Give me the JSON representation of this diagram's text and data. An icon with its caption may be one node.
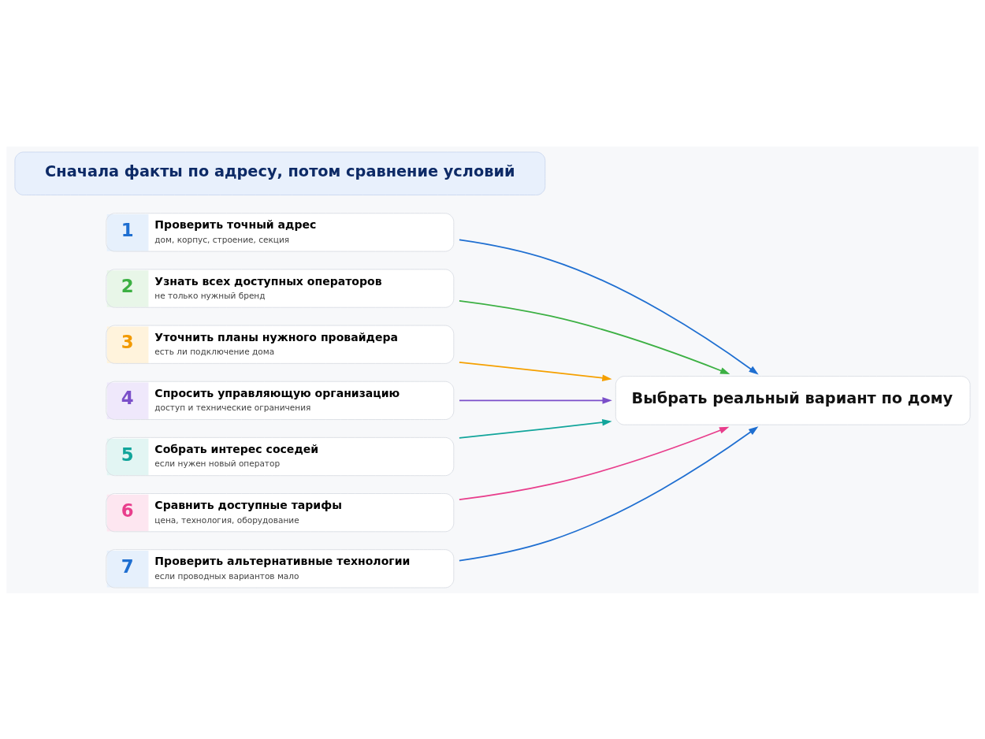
{
  "diagram": {
    "nodes": [
      {
        "text": [
          "1",
          "Проверить точный адрес",
          "дом, корпус, строение, секция"
        ]
      },
      {
        "text": [
          "2",
          "Узнать всех доступных операторов",
          "не только нужный бренд"
        ]
      },
      {
        "text": [
          "3",
          "Уточнить планы нужного провайдера",
          "есть ли подключение дома"
        ]
      },
      {
        "text": [
          "4",
          "Спросить управляющую организацию",
          "доступ и технические ограничения"
        ]
      },
      {
        "text": [
          "5",
          "Собрать интерес соседей",
          "если нужен новый оператор"
        ]
      },
      {
        "text": [
          "6",
          "Сравнить доступные тарифы",
          "цена, технология, оборудование"
        ]
      },
      {
        "text": [
          "7",
          "Проверить альтернативные технологии",
          "если проводных вариантов мало"
        ]
      },
      {
        "text": [
          "Выбрать реальный вариант по дому"
        ]
      },
      {
        "text": [
          "Сначала факты по адресу, потом сравнение условий"
        ]
      }
    ],
    "edges": [
      {
        "from": 0,
        "to": 7,
        "arrow": "to",
        "color": "#1f6fd1"
      },
      {
        "from": 1,
        "to": 7,
        "arrow": "to",
        "color": "#3cb043"
      },
      {
        "from": 2,
        "to": 7,
        "arrow": "to",
        "color": "#f5a000"
      },
      {
        "from": 3,
        "to": 7,
        "arrow": "to",
        "color": "#7b4fc9"
      },
      {
        "from": 4,
        "to": 7,
        "arrow": "to",
        "color": "#12a59b"
      },
      {
        "from": 5,
        "to": 7,
        "arrow": "to",
        "color": "#e83e8c"
      },
      {
        "from": 6,
        "to": 7,
        "arrow": "to",
        "color": "#1f6fd1"
      }
    ]
  }
}
